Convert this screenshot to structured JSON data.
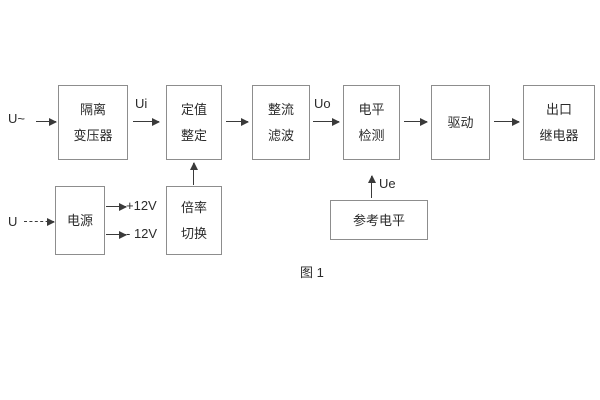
{
  "figure": {
    "caption": "图 1"
  },
  "inputs": {
    "ac_source": "U~",
    "dc_source": "U"
  },
  "signals": {
    "ui": "Ui",
    "uo": "Uo",
    "ue": "Ue",
    "rail_positive": "+12V",
    "rail_negative": "- 12V"
  },
  "blocks": {
    "isolation_transformer": {
      "line1": "隔离",
      "line2": "变压器"
    },
    "setting_value": {
      "line1": "定值",
      "line2": "整定"
    },
    "rectify_filter": {
      "line1": "整流",
      "line2": "滤波"
    },
    "level_detection": {
      "line1": "电平",
      "line2": "检测"
    },
    "drive": {
      "line1": "驱动"
    },
    "output_relay": {
      "line1": "出口",
      "line2": "继电器"
    },
    "power_supply": {
      "line1": "电源"
    },
    "multiplier_switch": {
      "line1": "倍率",
      "line2": "切换"
    },
    "reference_level": {
      "line1": "参考电平"
    }
  },
  "colors": {
    "background": "#ffffff",
    "box_border": "#8d8d8d",
    "text": "#2b2b2b",
    "arrow": "#3a3a3a"
  }
}
